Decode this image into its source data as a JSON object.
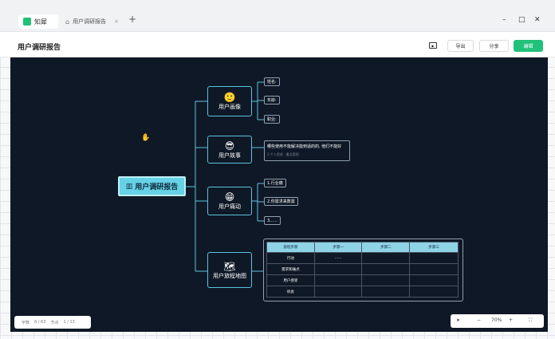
{
  "app": {
    "name": "知犀"
  },
  "tab": {
    "title": "用户调研报告",
    "close": "×",
    "add": "+"
  },
  "window": {
    "minimize": "–",
    "maximize": "□",
    "close": "✕"
  },
  "toolbar": {
    "title": "用户调研报告",
    "export": "导出",
    "share": "分享",
    "edit": "编辑"
  },
  "mindmap": {
    "root": "用户调研报告",
    "branches": [
      {
        "label": "用户画像",
        "icon": "smile-face-icon",
        "emoji": "🙂"
      },
      {
        "label": "用户故事",
        "icon": "sunglasses-face-icon",
        "emoji": "😎"
      },
      {
        "label": "用户痛动",
        "icon": "grin-face-icon",
        "emoji": "😁"
      },
      {
        "label": "用户旅程地图",
        "icon": "map-icon",
        "emoji": "🗺"
      }
    ],
    "profile_leaves": [
      "姓名:",
      "年龄:",
      "职业:"
    ],
    "story": {
      "text": "哪些使用不能解决能到适的的, 他们不能好",
      "note": "1 个人思虑 · 重点案例"
    },
    "pain_leaves": [
      "1.行业痛",
      "2.你需求来数需",
      "3......"
    ],
    "journey_table": {
      "headers": [
        "旅程步骤",
        "步骤一",
        "步骤二",
        "步骤三"
      ],
      "rows": [
        [
          "行动",
          "......",
          "",
          ""
        ],
        [
          "需求和痛点",
          "",
          "",
          ""
        ],
        [
          "用户感受",
          "",
          "",
          ""
        ],
        [
          "机会",
          "",
          "",
          ""
        ]
      ]
    }
  },
  "status": {
    "words_label": "字数",
    "words_value": "6 / 63",
    "nodes_label": "节点",
    "nodes_value": "1 / 13"
  },
  "zoom": {
    "minus": "−",
    "value": "70%",
    "plus": "+"
  }
}
